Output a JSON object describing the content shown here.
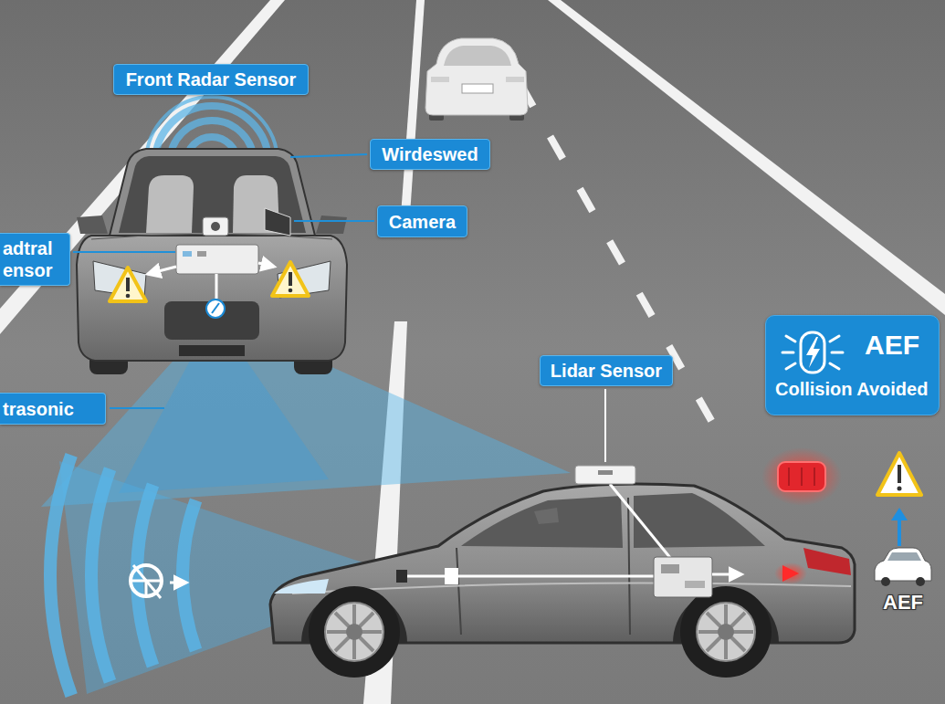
{
  "diagram": {
    "nodes": [
      {
        "text": [
          "Front Radar Sensor"
        ]
      },
      {
        "text": [
          "Wirdeswed"
        ]
      },
      {
        "text": [
          "Camera"
        ]
      },
      {
        "text": [
          "adtral ensor"
        ]
      },
      {
        "text": [
          "AEF",
          "Collision Avoided"
        ]
      },
      {
        "text": [
          "Lidar Sensor"
        ]
      },
      {
        "text": [
          "trasonic"
        ]
      }
    ],
    "labels": [
      "AEF"
    ]
  }
}
